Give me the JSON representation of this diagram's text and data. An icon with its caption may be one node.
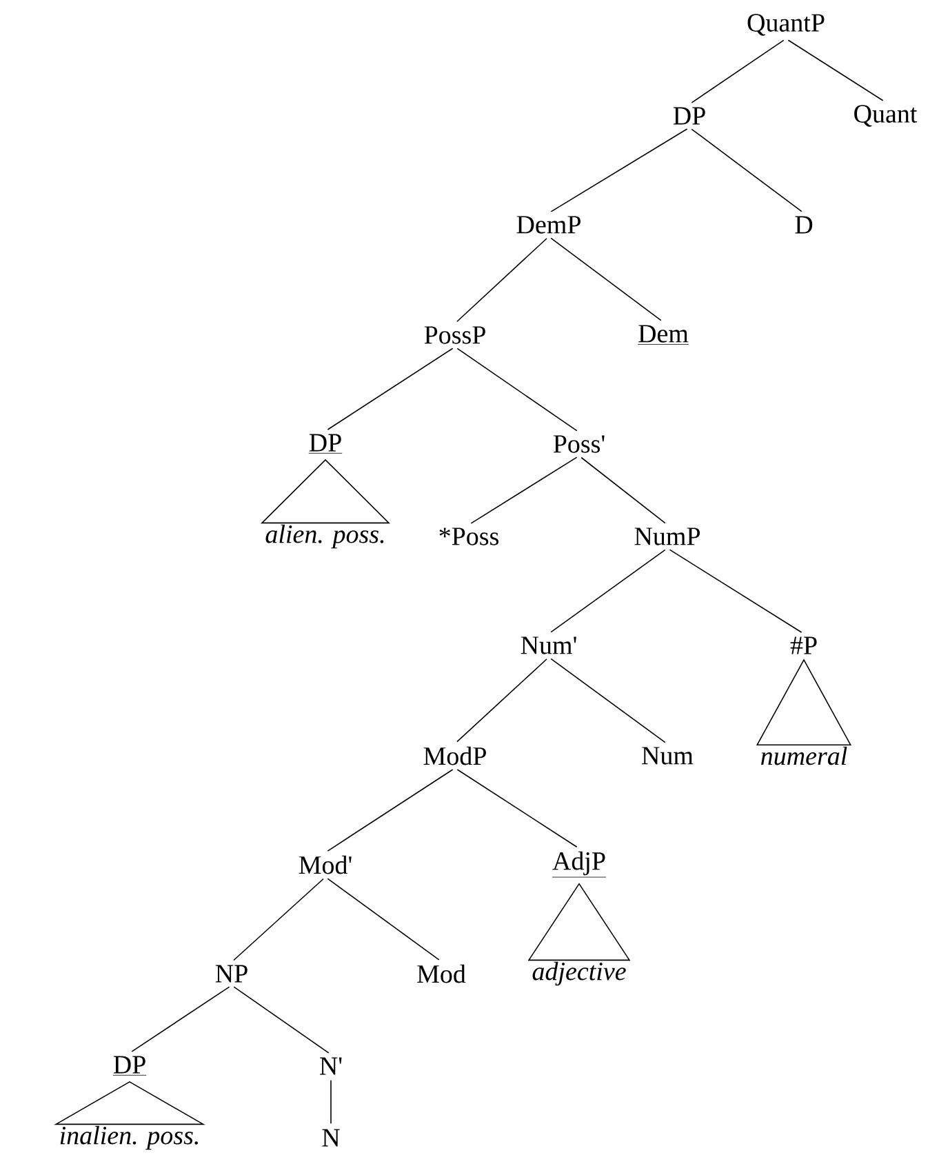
{
  "diagram": {
    "nodes": [
      {
        "text": [
          "QuantP"
        ]
      },
      {
        "text": [
          "DP"
        ]
      },
      {
        "text": [
          "Quant"
        ]
      },
      {
        "text": [
          "DemP"
        ]
      },
      {
        "text": [
          "D"
        ]
      },
      {
        "text": [
          "PossP"
        ]
      },
      {
        "text": [
          "Dem"
        ]
      },
      {
        "text": [
          "DP"
        ]
      },
      {
        "text": [
          "Poss'"
        ]
      },
      {
        "text": [
          "alien. poss."
        ]
      },
      {
        "text": [
          "*Poss"
        ]
      },
      {
        "text": [
          "NumP"
        ]
      },
      {
        "text": [
          "Num'"
        ]
      },
      {
        "text": [
          "#P"
        ]
      },
      {
        "text": [
          "ModP"
        ]
      },
      {
        "text": [
          "Num"
        ]
      },
      {
        "text": [
          "numeral"
        ]
      },
      {
        "text": [
          "Mod'"
        ]
      },
      {
        "text": [
          "AdjP"
        ]
      },
      {
        "text": [
          "NP"
        ]
      },
      {
        "text": [
          "Mod"
        ]
      },
      {
        "text": [
          "adjective"
        ]
      },
      {
        "text": [
          "DP"
        ]
      },
      {
        "text": [
          "N'"
        ]
      },
      {
        "text": [
          "inalien. poss."
        ]
      },
      {
        "text": [
          "N"
        ]
      }
    ],
    "edges": [
      {
        "from": 0,
        "to": 1,
        "arrow": "none"
      },
      {
        "from": 0,
        "to": 2,
        "arrow": "none"
      },
      {
        "from": 1,
        "to": 3,
        "arrow": "none"
      },
      {
        "from": 1,
        "to": 4,
        "arrow": "none"
      },
      {
        "from": 3,
        "to": 5,
        "arrow": "none"
      },
      {
        "from": 3,
        "to": 6,
        "arrow": "none"
      },
      {
        "from": 5,
        "to": 7,
        "arrow": "none"
      },
      {
        "from": 5,
        "to": 8,
        "arrow": "none"
      },
      {
        "from": 7,
        "to": 9,
        "arrow": "none"
      },
      {
        "from": 8,
        "to": 10,
        "arrow": "none"
      },
      {
        "from": 8,
        "to": 11,
        "arrow": "none"
      },
      {
        "from": 11,
        "to": 12,
        "arrow": "none"
      },
      {
        "from": 11,
        "to": 13,
        "arrow": "none"
      },
      {
        "from": 13,
        "to": 16,
        "arrow": "none"
      },
      {
        "from": 12,
        "to": 14,
        "arrow": "none"
      },
      {
        "from": 12,
        "to": 15,
        "arrow": "none"
      },
      {
        "from": 14,
        "to": 17,
        "arrow": "none"
      },
      {
        "from": 14,
        "to": 18,
        "arrow": "none"
      },
      {
        "from": 18,
        "to": 21,
        "arrow": "none"
      },
      {
        "from": 17,
        "to": 19,
        "arrow": "none"
      },
      {
        "from": 17,
        "to": 20,
        "arrow": "none"
      },
      {
        "from": 19,
        "to": 22,
        "arrow": "none"
      },
      {
        "from": 19,
        "to": 23,
        "arrow": "none"
      },
      {
        "from": 22,
        "to": 24,
        "arrow": "none"
      },
      {
        "from": 23,
        "to": 25,
        "arrow": "none"
      }
    ]
  }
}
